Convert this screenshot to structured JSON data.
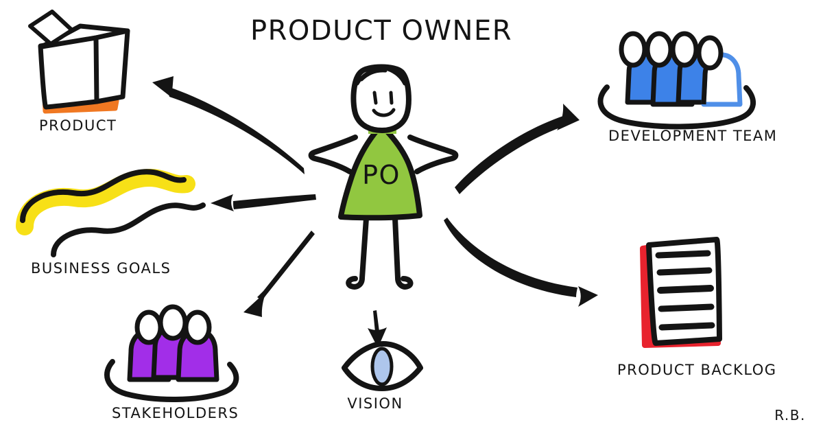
{
  "title": "PRODUCT OWNER",
  "signature": "R.B.",
  "center": {
    "name": "product-owner-figure",
    "shirt_label": "PO",
    "shirt_color": "#91c740",
    "outline_color": "#141414"
  },
  "nodes": [
    {
      "id": "product",
      "label": "PRODUCT",
      "icon": "box-icon",
      "accent_color": "#f07822",
      "position": "top-left"
    },
    {
      "id": "business-goals",
      "label": "BUSINESS GOALS",
      "icon": "winding-road-icon",
      "accent_color": "#f7e017",
      "position": "middle-left"
    },
    {
      "id": "stakeholders",
      "label": "STAKEHOLDERS",
      "icon": "people-group-icon",
      "accent_color": "#a22ee8",
      "count": 3,
      "position": "bottom-left"
    },
    {
      "id": "vision",
      "label": "VISION",
      "icon": "eye-icon",
      "accent_color": "#aec6ec",
      "position": "bottom-center"
    },
    {
      "id": "development-team",
      "label": "DEVELOPMENT TEAM",
      "icon": "people-group-icon",
      "accent_color": "#3d82e8",
      "count": 4,
      "position": "top-right"
    },
    {
      "id": "product-backlog",
      "label": "PRODUCT BACKLOG",
      "icon": "document-list-icon",
      "accent_color": "#e8232e",
      "lines": 5,
      "position": "bottom-right"
    }
  ],
  "arrows": [
    {
      "id": "arrow-to-product",
      "from": "product-owner",
      "to": "product"
    },
    {
      "id": "arrow-to-business-goals",
      "from": "product-owner",
      "to": "business-goals"
    },
    {
      "id": "arrow-to-stakeholders",
      "from": "product-owner",
      "to": "stakeholders"
    },
    {
      "id": "arrow-to-vision",
      "from": "product-owner",
      "to": "vision"
    },
    {
      "id": "arrow-to-development-team",
      "from": "product-owner",
      "to": "development-team"
    },
    {
      "id": "arrow-to-product-backlog",
      "from": "product-owner",
      "to": "product-backlog"
    }
  ],
  "colors": {
    "ink": "#141414",
    "background": "#ffffff",
    "green": "#91c740",
    "orange": "#f07822",
    "yellow": "#f7e017",
    "purple": "#a22ee8",
    "blue": "#3d82e8",
    "red": "#e8232e",
    "iris_blue": "#aec6ec"
  }
}
